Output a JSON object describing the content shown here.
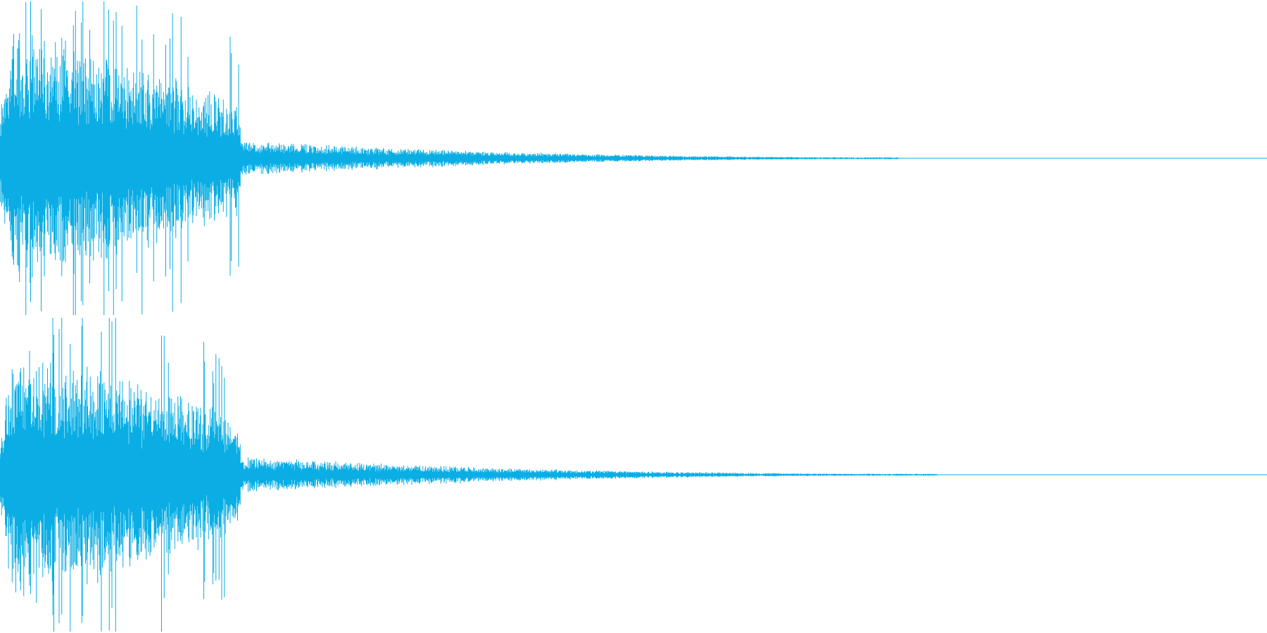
{
  "waveform": {
    "color": "#0aaee4",
    "background": "#ffffff",
    "channels": [
      {
        "name": "left",
        "description_visible": false,
        "peak_amplitude": 0.97,
        "attack_end_fraction": 0.19,
        "decay_end_fraction": 0.71
      },
      {
        "name": "right",
        "description_visible": false,
        "peak_amplitude": 0.97,
        "attack_end_fraction": 0.19,
        "decay_end_fraction": 0.74
      }
    ]
  }
}
